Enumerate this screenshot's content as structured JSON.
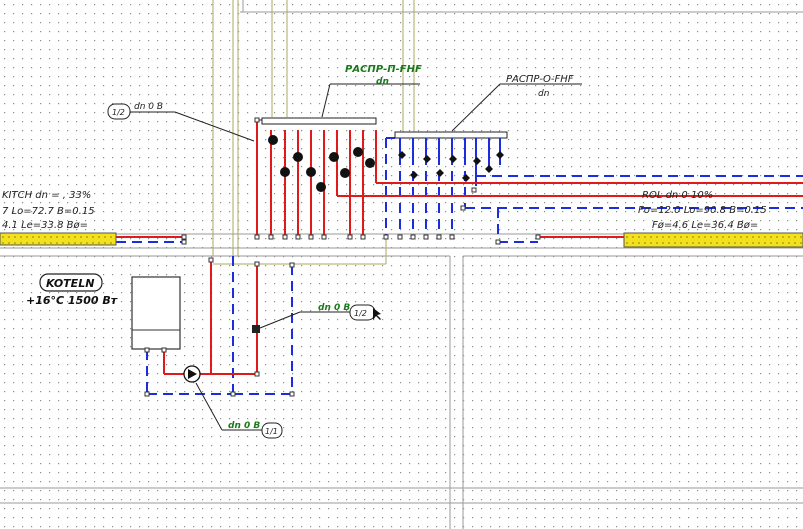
{
  "colors": {
    "background": "#ffffff",
    "grid_dot": "#8c8c8c",
    "supply_pipe": "#e01a1a",
    "return_pipe": "#1a2ee0",
    "riser": "#a8a860",
    "wall": "#9a9a9a",
    "radiator_fill": "#f2e11c",
    "label_green": "#1a7a1a",
    "label_dark": "#222222"
  },
  "labels": {
    "manifold_supply_name": "РАСПР-П-FHF",
    "manifold_supply_dn": "dn",
    "manifold_return_name": "РАСПР-О-FHF",
    "manifold_return_dn": "dn",
    "riser_tag_top": "dn 0 В",
    "riser_tag_top_badge": "1/2",
    "kitchen_line1": "KITCH dn = , 33%",
    "kitchen_line2": "7 Lo=72.7 B=0.15",
    "kitchen_line3": "4.1 Le=33.8 Bø=",
    "right_line1": "ROL dn 0 10%",
    "right_line2": "Fo=12.0 Lo=90.8 B=0.15",
    "right_line3": "Fø=4.6 Le=36.4 Bø=",
    "boiler_room_title": "KOTELN",
    "boiler_room_params": "+16°C 1500 Вт",
    "mid_tag": "dn 0 В",
    "mid_tag_badge": "1/2",
    "bottom_tag": "dn 0 В",
    "bottom_tag_badge": "1/1"
  },
  "icons": [
    "boiler-icon",
    "pump-icon",
    "valve-icon",
    "cursor-icon"
  ]
}
